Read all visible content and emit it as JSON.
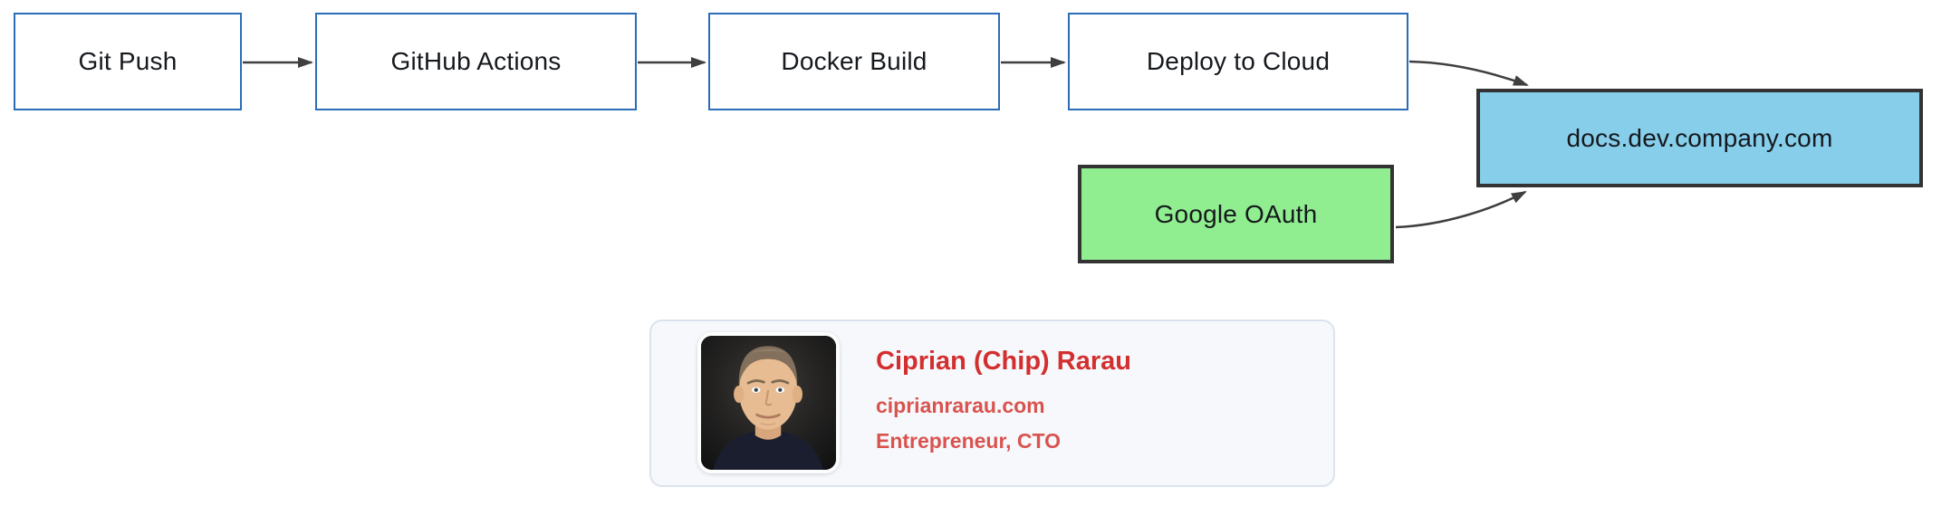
{
  "diagram": {
    "type": "flowchart",
    "nodes": [
      {
        "id": "git-push",
        "label": "Git Push",
        "style": "white-box-blue-border"
      },
      {
        "id": "github-actions",
        "label": "GitHub Actions",
        "style": "white-box-blue-border"
      },
      {
        "id": "docker-build",
        "label": "Docker Build",
        "style": "white-box-blue-border"
      },
      {
        "id": "deploy-to-cloud",
        "label": "Deploy to Cloud",
        "style": "white-box-blue-border"
      },
      {
        "id": "docs-site",
        "label": "docs.dev.company.com",
        "style": "skyblue-box-dark-border"
      },
      {
        "id": "google-oauth",
        "label": "Google OAuth",
        "style": "green-box-dark-border"
      }
    ],
    "edges": [
      {
        "from": "git-push",
        "to": "github-actions",
        "shape": "straight"
      },
      {
        "from": "github-actions",
        "to": "docker-build",
        "shape": "straight"
      },
      {
        "from": "docker-build",
        "to": "deploy-to-cloud",
        "shape": "straight"
      },
      {
        "from": "deploy-to-cloud",
        "to": "docs-site",
        "shape": "curved"
      },
      {
        "from": "google-oauth",
        "to": "docs-site",
        "shape": "curved"
      }
    ],
    "colors": {
      "plain_node_border": "#2b6cb8",
      "plain_node_fill": "#ffffff",
      "docs_node_fill": "#87ceeb",
      "oauth_node_fill": "#90ee90",
      "dark_node_border": "#333333",
      "edge_stroke": "#3f3f3f",
      "node_text": "#16191d"
    }
  },
  "profile_card": {
    "name": "Ciprian (Chip) Rarau",
    "website": "ciprianrarau.com",
    "role": "Entrepreneur, CTO",
    "avatar": "portrait-photo-man-dark-background",
    "colors": {
      "name_text": "#d32f2f",
      "secondary_text": "#d9534f",
      "card_background": "#f6f8fb",
      "card_border": "#dce3ee"
    }
  }
}
